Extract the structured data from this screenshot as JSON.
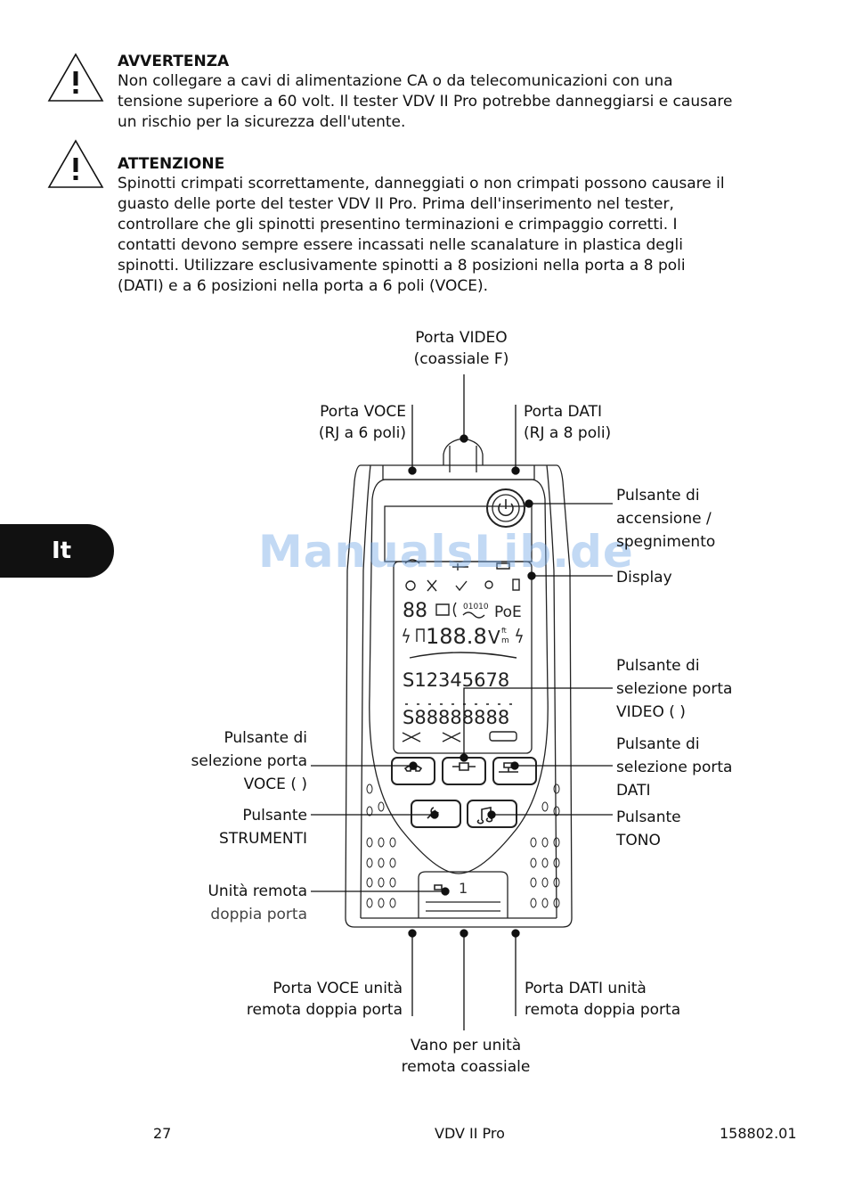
{
  "side_tab": "It",
  "warnings": [
    {
      "icon": "warning-triangle-icon",
      "title": "AVVERTENZA",
      "lines": [
        "Non collegare a cavi di alimentazione CA o da telecomunicazioni con una",
        "tensione superiore a 60 volt. Il tester VDV II Pro potrebbe danneggiarsi e causare",
        "un rischio per la sicurezza dell'utente."
      ]
    },
    {
      "icon": "warning-triangle-icon",
      "title": "ATTENZIONE",
      "lines": [
        "Spinotti crimpati scorrettamente, danneggiati o non crimpati possono causare il",
        "guasto delle porte del tester VDV II Pro. Prima dell'inserimento nel tester,",
        "controllare che gli spinotti presentino terminazioni e crimpaggio corretti.  I",
        "contatti devono sempre essere incassati nelle scanalature in plastica degli",
        "spinotti. Utilizzare esclusivamente spinotti a 8 posizioni nella porta a 8 poli",
        "(DATI) e a 6 posizioni nella porta a 6 poli (VOCE)."
      ]
    }
  ],
  "labels": {
    "video_port": [
      "Porta VIDEO",
      "(coassiale F)"
    ],
    "voice_port": [
      "Porta VOCE",
      "(RJ a 6 poli)"
    ],
    "data_port": [
      "Porta DATI",
      "(RJ a 8 poli)"
    ],
    "power_button": [
      "Pulsante di",
      "accensione /",
      "spegnimento"
    ],
    "display": [
      "Display"
    ],
    "video_select": [
      "Pulsante di",
      "selezione porta",
      "VIDEO (    )"
    ],
    "voice_select": [
      "Pulsante di",
      "selezione porta",
      "VOCE (    )"
    ],
    "data_select": [
      "Pulsante di",
      "selezione porta",
      "DATI"
    ],
    "tools_button": [
      "Pulsante",
      "STRUMENTI"
    ],
    "tone_button": [
      "Pulsante",
      "TONO"
    ],
    "remote_unit": [
      "Unità remota",
      "doppia porta"
    ],
    "remote_voice_port": [
      "Porta VOCE unità",
      "remota doppia porta"
    ],
    "remote_data_port": [
      "Porta DATI unità",
      "remota doppia porta"
    ],
    "coax_remote_bay": [
      "Vano per unità",
      "remota coassiale"
    ]
  },
  "lcd": {
    "row1_digits": "88",
    "poe": "PoE",
    "bits": "01010",
    "voltage": "188.8",
    "unit_v": "V",
    "unit_ft": "ft",
    "unit_m": "m",
    "pins_top": "S12345678",
    "pins_bottom": "S88888888"
  },
  "remote_number": "1",
  "watermark": "ManualsLib.de",
  "footer": {
    "page": "27",
    "product": "VDV II Pro",
    "code": "158802.01"
  }
}
